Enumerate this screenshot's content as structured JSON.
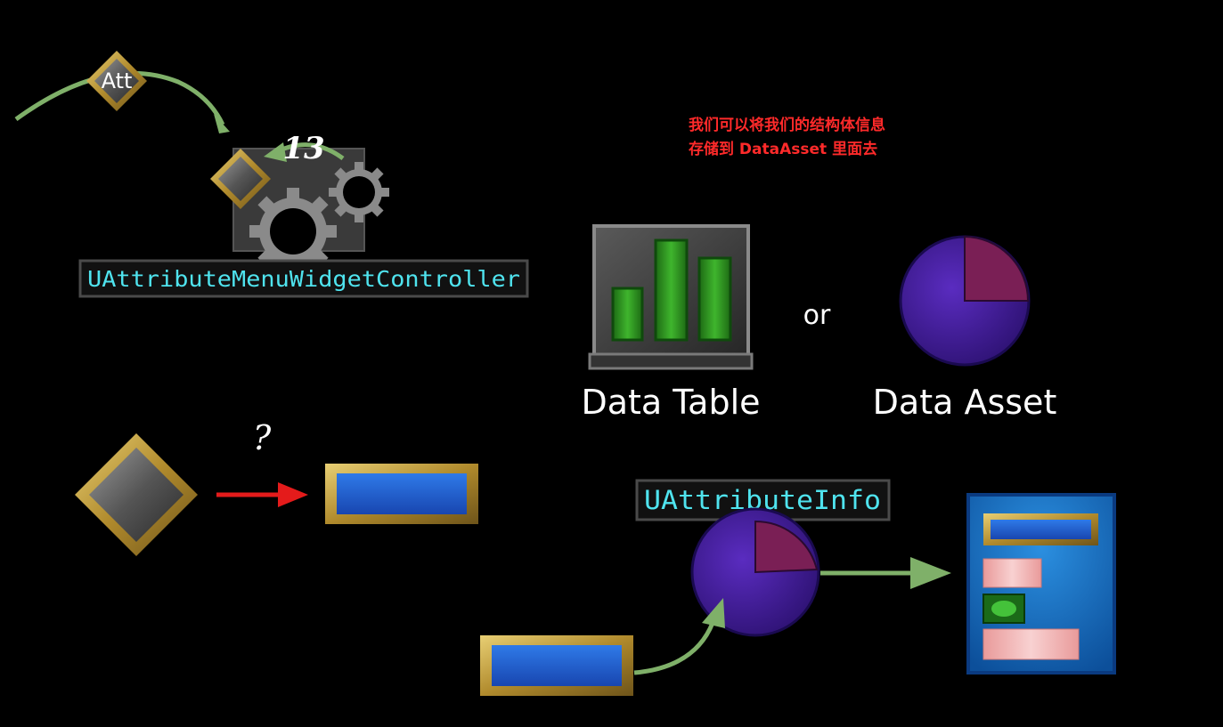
{
  "labels": {
    "att": "Att",
    "count": "13",
    "controller": "UAttributeMenuWidgetController",
    "question": "?",
    "data_table": "Data Table",
    "or": "or",
    "data_asset": "Data Asset",
    "attribute_info": "UAttributeInfo"
  },
  "note": {
    "line1": "我们可以将我们的结构体信息",
    "line2": "存储到 DataAsset 里面去"
  },
  "colors": {
    "background": "#000000",
    "arrow_green": "#7fb069",
    "arrow_red": "#e41b1b",
    "note_red": "#ff2a2a",
    "cyan_text": "#4fe3ee",
    "gold": "#c9a43a",
    "blue_bar": "#1f5fd0",
    "pie_purple": "#4a1fa3",
    "pie_slice": "#7a1f55",
    "bar_green": "#2f9a22"
  },
  "icons": [
    "attribute-gem-icon",
    "gear-icon",
    "bar-chart-icon",
    "pie-chart-icon",
    "widget-panel-icon"
  ]
}
